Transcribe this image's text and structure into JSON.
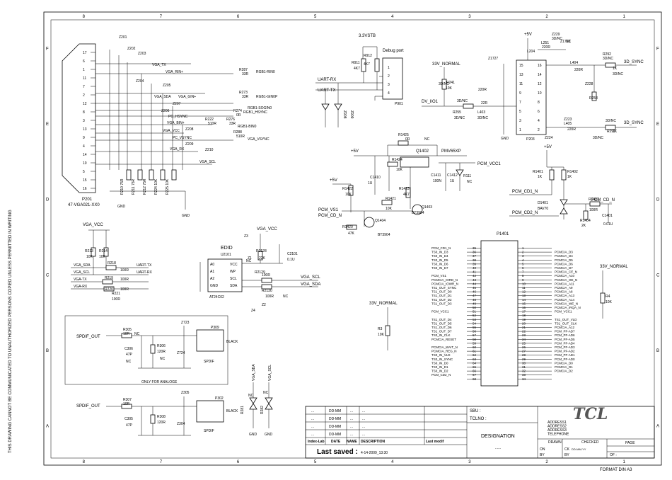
{
  "frame": {
    "columns": [
      "8",
      "7",
      "6",
      "5",
      "4",
      "3",
      "2",
      "1"
    ],
    "rows": [
      "F",
      "E",
      "D",
      "C",
      "B",
      "A"
    ],
    "side_note": "THIS DRAWING CANNOT BE COMMUNICATED TO UNAUTHORIZED PERSONS COPIED UNLESS PERMITTED IN WRITING",
    "format": "FORMAT DIN A3"
  },
  "vga": {
    "ref": "P201",
    "part": "47-VGA021-XX0",
    "pins": [
      "17",
      "6",
      "1",
      "11",
      "7",
      "2",
      "12",
      "8",
      "3",
      "13",
      "9",
      "4",
      "14",
      "10",
      "5",
      "15",
      "16"
    ],
    "zeners": [
      "Z201",
      "Z202",
      "Z203",
      "Z204",
      "Z205",
      "Z206",
      "Z207",
      "Z208",
      "Z209",
      "Z210"
    ],
    "nets": [
      "VGA_TX",
      "VGA_RIN+",
      "VGA_SDA",
      "VGA_GIN+",
      "PC_HSYNC",
      "VGA_BIN+",
      "VGA_VCC",
      "PC_VSYNC",
      "VGA_RX",
      "VGA_SCL"
    ],
    "res_right": [
      {
        "ref": "R287",
        "val": "33R",
        "net": "RGB1-RIN0"
      },
      {
        "ref": "R273",
        "val": "33R",
        "net": "RGB1-GIN0P"
      },
      {
        "ref": "R274",
        "val": "0R",
        "net": "RGB1-SOGIN0"
      },
      {
        "ref": "R222",
        "val": "510R",
        "net": "RGB1_HSYNC"
      },
      {
        "ref": "R276",
        "val": "33R",
        "net": "RGB1-BIN0"
      },
      {
        "ref": "R288",
        "val": "510R",
        "net": "VGA_VSYNC"
      }
    ],
    "res_bottom": [
      "R210 75R",
      "R211 75R",
      "R212 75R",
      "R224 10K",
      "R225 10K"
    ],
    "gnd": "GND"
  },
  "debug": {
    "title": "Debug port",
    "supply": "3.3VSTB",
    "ref": "P901",
    "res": [
      "R911",
      "4K7",
      "R912",
      "4K7"
    ],
    "pins": [
      "1",
      "2",
      "3",
      "4"
    ],
    "nets": [
      "UART-RX",
      "UART-TX"
    ],
    "diodes": [
      "Z908",
      "Z909"
    ]
  },
  "pcmcia_ctrl": {
    "supply_a": "+5V",
    "supply_b": "+5V",
    "q1402": "Q1402",
    "fet": "PMV65XP",
    "pcm_vcc1": "PCM_VCC1",
    "parts": [
      "R1425",
      "0R",
      "NC",
      "R1424",
      "10K",
      "C1410",
      "1U",
      "C1411",
      "100N",
      "C1412",
      "1U",
      "R111",
      "NC",
      "R1423",
      "4K7",
      "R1422",
      "10K",
      "R1421",
      "10K",
      "R1420",
      "47K",
      "Q1403",
      "Q1404",
      "BT3904",
      "BT3904"
    ],
    "nets": [
      "PCM_VS1",
      "PCM_CD_N"
    ]
  },
  "cd_block": {
    "supply": "+5V",
    "res": [
      "R1401",
      "1K",
      "R1402",
      "1K",
      "R1403",
      "100R",
      "R1404",
      "2K"
    ],
    "diode": "D1401",
    "diode_part": "BAV70",
    "cap": [
      "C1401",
      "0.01U"
    ],
    "nets": [
      "PCM_CD1_N",
      "PCM_CD2_N",
      "PCM_CD_N"
    ]
  },
  "tsync": {
    "supply": "+5V",
    "supply2": "33V_NORMAL",
    "parts": [
      "L251",
      "220R",
      "Z229",
      "3D/NC",
      "Z1728",
      "NC",
      "L204",
      "R292",
      "3D/NC",
      "1K",
      "L404",
      "220R",
      "3D/NC",
      "Z228",
      "R258",
      "3D/NC",
      "R241",
      "10K",
      "3D/NC",
      "R255",
      "3D/NC",
      "22R",
      "L403",
      "3D/NC",
      "220R",
      "Z1727",
      "Z223",
      "L405",
      "220R",
      "3D/NC",
      "R291",
      "1K",
      "3D/NC",
      "Z224",
      "P203"
    ],
    "left_pins": [
      "15",
      "13",
      "11",
      "9",
      "7",
      "5",
      "3",
      "1"
    ],
    "right_pins": [
      "16",
      "14",
      "12",
      "10",
      "8",
      "6",
      "4",
      "2"
    ],
    "nets": [
      "DV_I/O1",
      "3D_SYNC",
      "3D_SYNC"
    ],
    "gnd": "GND"
  },
  "eeprom": {
    "title": "EDID",
    "ref": "U2101",
    "part": "AT24C02",
    "pins_left": [
      "A0",
      "A1",
      "A2",
      "GND"
    ],
    "pins_right": [
      "VCC",
      "WP",
      "SCL",
      "SDA"
    ],
    "supply": "VGA_VCC",
    "parts": [
      "Z3",
      "R2128",
      "22K",
      "NC",
      "Z1",
      "C2101",
      "0.1U",
      "R2129",
      "100R",
      "R2130",
      "100R",
      "NC",
      "Z4",
      "Z2"
    ],
    "nets": [
      "VGA_SCL",
      "VGA_SDA"
    ]
  },
  "uart_block": {
    "supply": "VGA_VCC",
    "res": [
      "R213",
      "10K",
      "R214",
      "10K",
      "R218",
      "100R",
      "R219",
      "100R",
      "R220",
      "100R",
      "R221",
      "100R"
    ],
    "nets_left": [
      "VGA_SDA",
      "VGA_SCL",
      "VGA-TX",
      "VGA-RX"
    ],
    "nets_right": [
      "UART-TX",
      "UART-RX"
    ]
  },
  "spdif": {
    "out": "SPDIF_OUT",
    "zener": "Z723",
    "conn1": "P309",
    "conn2": "P302",
    "color": "BLACK",
    "name": "SPDIF",
    "note": "ONLY FOR ANALOGE",
    "parts1": [
      "R305",
      "10R",
      "NC",
      "C306",
      "47P",
      "NC",
      "R306",
      "120R",
      "NC",
      "Z724"
    ],
    "parts2": [
      "R307",
      "10R",
      "C305",
      "47P",
      "R308",
      "120R",
      "Z304",
      "Z305"
    ]
  },
  "esd": {
    "nets": [
      "VGA_SDA",
      "VGA_SCL"
    ],
    "parts": [
      "R281",
      "NC",
      "R282",
      "NC"
    ],
    "gnd": "GND"
  },
  "pcmcia": {
    "ref": "P1401",
    "left": [
      {
        "pin": "35",
        "net": "PCM_CD1_N"
      },
      {
        "pin": "36",
        "net": "TS0_IN_D3"
      },
      {
        "pin": "37",
        "net": "TS0_IN_D4"
      },
      {
        "pin": "38",
        "net": "TS0_IN_D5"
      },
      {
        "pin": "39",
        "net": "TS0_IN_D6"
      },
      {
        "pin": "40",
        "net": "TS0_IN_D7"
      },
      {
        "pin": "41",
        "net": ""
      },
      {
        "pin": "42",
        "net": "PCM_VS1"
      },
      {
        "pin": "43",
        "net": "PCMCIA_IORD_N"
      },
      {
        "pin": "44",
        "net": "PCMCIA_IOWR_N"
      },
      {
        "pin": "45",
        "net": "TS1_OUT_SYNC"
      },
      {
        "pin": "46",
        "net": "TS1_OUT_D0"
      },
      {
        "pin": "47",
        "net": "TS1_OUT_D1"
      },
      {
        "pin": "48",
        "net": "TS1_OUT_D2"
      },
      {
        "pin": "49",
        "net": "TS1_OUT_D3"
      },
      {
        "pin": "50",
        "net": ""
      },
      {
        "pin": "51",
        "net": "PCM_VCC1"
      },
      {
        "pin": "52",
        "net": ""
      },
      {
        "pin": "53",
        "net": "TS1_OUT_D4"
      },
      {
        "pin": "54",
        "net": "TS1_OUT_D5"
      },
      {
        "pin": "55",
        "net": "TS1_OUT_D6"
      },
      {
        "pin": "56",
        "net": "TS1_OUT_D7"
      },
      {
        "pin": "57",
        "net": "TS0_IN_CLK"
      },
      {
        "pin": "58",
        "net": "PCMCIA_RESET"
      },
      {
        "pin": "59",
        "net": ""
      },
      {
        "pin": "60",
        "net": "PCMCIA_WAIT_N"
      },
      {
        "pin": "61",
        "net": "PCMCIA_REG_N"
      },
      {
        "pin": "62",
        "net": "TS0_IN_VLD"
      },
      {
        "pin": "63",
        "net": "TS0_IN_SYNC"
      },
      {
        "pin": "64",
        "net": "TS0_IN_D0"
      },
      {
        "pin": "65",
        "net": "TS0_IN_D1"
      },
      {
        "pin": "66",
        "net": "TS0_IN_D2"
      },
      {
        "pin": "67",
        "net": "PCM_CD2_N"
      },
      {
        "pin": "68",
        "net": ""
      }
    ],
    "right": [
      {
        "pin": "1",
        "net": ""
      },
      {
        "pin": "2",
        "net": "PCMCIA_D3"
      },
      {
        "pin": "3",
        "net": "PCMCIA_D4"
      },
      {
        "pin": "4",
        "net": "PCMCIA_D5"
      },
      {
        "pin": "5",
        "net": "PCMCIA_D6"
      },
      {
        "pin": "6",
        "net": "PCMCIA_D7"
      },
      {
        "pin": "7",
        "net": "PCMCIA_CE_N"
      },
      {
        "pin": "8",
        "net": "PCMCIA_A10"
      },
      {
        "pin": "9",
        "net": "PCMCIA_OE_N"
      },
      {
        "pin": "10",
        "net": "PCMCIA_A11"
      },
      {
        "pin": "11",
        "net": "PCMCIA_A9"
      },
      {
        "pin": "12",
        "net": "PCMCIA_A8"
      },
      {
        "pin": "13",
        "net": "PCMCIA_A13"
      },
      {
        "pin": "14",
        "net": "PCMCIA_A14"
      },
      {
        "pin": "15",
        "net": "PCMCIA_WE_N"
      },
      {
        "pin": "16",
        "net": "PCMCIA_IRQA_N"
      },
      {
        "pin": "17",
        "net": "PCM_VCC1"
      },
      {
        "pin": "18",
        "net": ""
      },
      {
        "pin": "19",
        "net": "TS1_OUT_VLD"
      },
      {
        "pin": "20",
        "net": "TS1_OUT_CLK"
      },
      {
        "pin": "21",
        "net": "PCMCIA_A12"
      },
      {
        "pin": "22",
        "net": "PCM_PF-AD7"
      },
      {
        "pin": "23",
        "net": "PCM_PF-AD6"
      },
      {
        "pin": "24",
        "net": "PCM_PF-AD5"
      },
      {
        "pin": "25",
        "net": "PCM_PF-AD4"
      },
      {
        "pin": "26",
        "net": "PCM_PF-AD3"
      },
      {
        "pin": "27",
        "net": "PCM_PF-AD2"
      },
      {
        "pin": "28",
        "net": "PCM_PF-AD1"
      },
      {
        "pin": "29",
        "net": "PCM_PF-AD0"
      },
      {
        "pin": "30",
        "net": "PCMCIA_D0"
      },
      {
        "pin": "31",
        "net": "PCMCIA_D1"
      },
      {
        "pin": "32",
        "net": "PCMCIA_D2"
      },
      {
        "pin": "33",
        "net": ""
      },
      {
        "pin": "34",
        "net": ""
      }
    ],
    "supply": "33V_NORMAL",
    "supply2": "33V_NORMAL",
    "r4": [
      "R4",
      "10K"
    ],
    "r3": [
      "R3",
      "10K"
    ]
  },
  "titleblock": {
    "rows": [
      {
        "c1": "...",
        "c2": "DD-MM",
        "c3": "...",
        "c4": "..."
      },
      {
        "c1": "...",
        "c2": "DD-MM",
        "c3": "...",
        "c4": "..."
      },
      {
        "c1": "...",
        "c2": "DD-MM",
        "c3": "...",
        "c4": "..."
      },
      {
        "c1": "...",
        "c2": "DD-MM",
        "c3": "...",
        "c4": "..."
      }
    ],
    "header": [
      "Index-Lab",
      "DATE",
      "NAME",
      "DESCRIPTION",
      "Last modif"
    ],
    "last_saved_label": "Last saved :",
    "last_saved_value": "4-14-2009_13:30",
    "sbu": "SBU :",
    "tclno": "TCLNO :",
    "designation": "DESIGNATION",
    "designation_val": "......",
    "logo": "TCL",
    "address": [
      "ADDRESS1",
      "ADDRESS2",
      "ADDRESS3",
      "TELEPHONE"
    ],
    "drawn": "DRAWN",
    "checked": "CHECKED",
    "page": "PAGE",
    "on": "ON",
    "by": "BY",
    "ck": "CK",
    "by2": "BY",
    "of": "OF :",
    "date_small": "DD-MM-YY"
  }
}
